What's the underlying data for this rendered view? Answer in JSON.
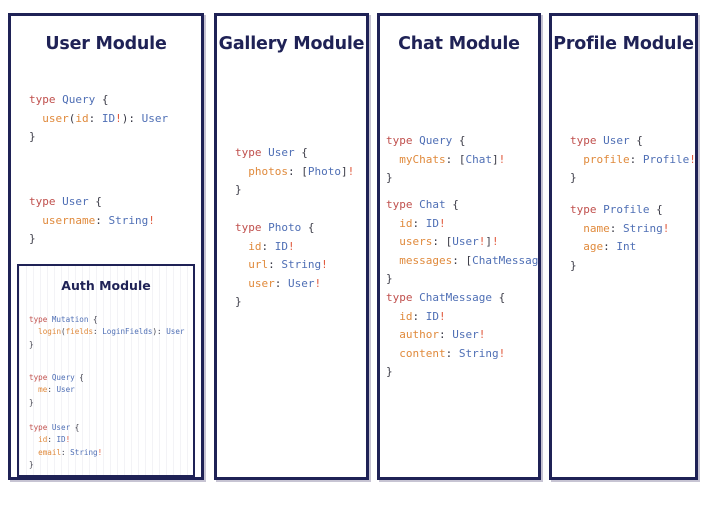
{
  "diagram": {
    "type": "graphql-schema-modules",
    "background_color": "#ffffff",
    "border_color": "#1f2256",
    "palette": {
      "keyword": "#c0504d",
      "type_name": "#4f6fb5",
      "field_name": "#e08a3c",
      "field_type": "#4f6fb5",
      "non_null": "#e0593c",
      "punctuation": "#3b3b47",
      "title": "#1f2256"
    }
  },
  "modules": [
    {
      "id": "user",
      "title": "User Module",
      "blocks": [
        {
          "id": "user-query",
          "lines": [
            [
              {
                "t": "type ",
                "c": "kw"
              },
              {
                "t": "Query",
                "c": "tname"
              },
              {
                "t": " {",
                "c": "punc"
              }
            ],
            [
              {
                "t": "  ",
                "c": "punc"
              },
              {
                "t": "user",
                "c": "fld"
              },
              {
                "t": "(",
                "c": "punc"
              },
              {
                "t": "id",
                "c": "fld"
              },
              {
                "t": ": ",
                "c": "punc"
              },
              {
                "t": "ID",
                "c": "ttype"
              },
              {
                "t": "!",
                "c": "bang"
              },
              {
                "t": "): ",
                "c": "punc"
              },
              {
                "t": "User",
                "c": "ttype"
              }
            ],
            [
              {
                "t": "}",
                "c": "punc"
              }
            ]
          ]
        },
        {
          "id": "user-user",
          "lines": [
            [
              {
                "t": "type ",
                "c": "kw"
              },
              {
                "t": "User",
                "c": "tname"
              },
              {
                "t": " {",
                "c": "punc"
              }
            ],
            [
              {
                "t": "  ",
                "c": "punc"
              },
              {
                "t": "username",
                "c": "fld"
              },
              {
                "t": ": ",
                "c": "punc"
              },
              {
                "t": "String",
                "c": "ttype"
              },
              {
                "t": "!",
                "c": "bang"
              }
            ],
            [
              {
                "t": "}",
                "c": "punc"
              }
            ]
          ]
        }
      ],
      "submodule": {
        "id": "auth",
        "title": "Auth Module",
        "blocks": [
          {
            "id": "auth-mutation",
            "lines": [
              [
                {
                  "t": "type ",
                  "c": "kw"
                },
                {
                  "t": "Mutation",
                  "c": "tname"
                },
                {
                  "t": " {",
                  "c": "punc"
                }
              ],
              [
                {
                  "t": "  ",
                  "c": "punc"
                },
                {
                  "t": "login",
                  "c": "fld"
                },
                {
                  "t": "(",
                  "c": "punc"
                },
                {
                  "t": "fields",
                  "c": "fld"
                },
                {
                  "t": ": ",
                  "c": "punc"
                },
                {
                  "t": "LoginFields",
                  "c": "ttype"
                },
                {
                  "t": "): ",
                  "c": "punc"
                },
                {
                  "t": "User",
                  "c": "ttype"
                }
              ],
              [
                {
                  "t": "}",
                  "c": "punc"
                }
              ]
            ]
          },
          {
            "id": "auth-query",
            "lines": [
              [
                {
                  "t": "type ",
                  "c": "kw"
                },
                {
                  "t": "Query",
                  "c": "tname"
                },
                {
                  "t": " {",
                  "c": "punc"
                }
              ],
              [
                {
                  "t": "  ",
                  "c": "punc"
                },
                {
                  "t": "me",
                  "c": "fld"
                },
                {
                  "t": ": ",
                  "c": "punc"
                },
                {
                  "t": "User",
                  "c": "ttype"
                }
              ],
              [
                {
                  "t": "}",
                  "c": "punc"
                }
              ]
            ]
          },
          {
            "id": "auth-user",
            "lines": [
              [
                {
                  "t": "type ",
                  "c": "kw"
                },
                {
                  "t": "User",
                  "c": "tname"
                },
                {
                  "t": " {",
                  "c": "punc"
                }
              ],
              [
                {
                  "t": "  ",
                  "c": "punc"
                },
                {
                  "t": "id",
                  "c": "fld"
                },
                {
                  "t": ": ",
                  "c": "punc"
                },
                {
                  "t": "ID",
                  "c": "ttype"
                },
                {
                  "t": "!",
                  "c": "bang"
                }
              ],
              [
                {
                  "t": "  ",
                  "c": "punc"
                },
                {
                  "t": "email",
                  "c": "fld"
                },
                {
                  "t": ": ",
                  "c": "punc"
                },
                {
                  "t": "String",
                  "c": "ttype"
                },
                {
                  "t": "!",
                  "c": "bang"
                }
              ],
              [
                {
                  "t": "}",
                  "c": "punc"
                }
              ]
            ]
          }
        ]
      }
    },
    {
      "id": "gallery",
      "title": "Gallery Module",
      "blocks": [
        {
          "id": "gallery-user",
          "lines": [
            [
              {
                "t": "type ",
                "c": "kw"
              },
              {
                "t": "User",
                "c": "tname"
              },
              {
                "t": " {",
                "c": "punc"
              }
            ],
            [
              {
                "t": "  ",
                "c": "punc"
              },
              {
                "t": "photos",
                "c": "fld"
              },
              {
                "t": ": [",
                "c": "punc"
              },
              {
                "t": "Photo",
                "c": "ttype"
              },
              {
                "t": "]",
                "c": "punc"
              },
              {
                "t": "!",
                "c": "bang"
              }
            ],
            [
              {
                "t": "}",
                "c": "punc"
              }
            ]
          ]
        },
        {
          "id": "gallery-photo",
          "lines": [
            [
              {
                "t": "type ",
                "c": "kw"
              },
              {
                "t": "Photo",
                "c": "tname"
              },
              {
                "t": " {",
                "c": "punc"
              }
            ],
            [
              {
                "t": "  ",
                "c": "punc"
              },
              {
                "t": "id",
                "c": "fld"
              },
              {
                "t": ": ",
                "c": "punc"
              },
              {
                "t": "ID",
                "c": "ttype"
              },
              {
                "t": "!",
                "c": "bang"
              }
            ],
            [
              {
                "t": "  ",
                "c": "punc"
              },
              {
                "t": "url",
                "c": "fld"
              },
              {
                "t": ": ",
                "c": "punc"
              },
              {
                "t": "String",
                "c": "ttype"
              },
              {
                "t": "!",
                "c": "bang"
              }
            ],
            [
              {
                "t": "  ",
                "c": "punc"
              },
              {
                "t": "user",
                "c": "fld"
              },
              {
                "t": ": ",
                "c": "punc"
              },
              {
                "t": "User",
                "c": "ttype"
              },
              {
                "t": "!",
                "c": "bang"
              }
            ],
            [
              {
                "t": "}",
                "c": "punc"
              }
            ]
          ]
        }
      ]
    },
    {
      "id": "chat",
      "title": "Chat Module",
      "blocks": [
        {
          "id": "chat-query",
          "lines": [
            [
              {
                "t": "type ",
                "c": "kw"
              },
              {
                "t": "Query",
                "c": "tname"
              },
              {
                "t": " {",
                "c": "punc"
              }
            ],
            [
              {
                "t": "  ",
                "c": "punc"
              },
              {
                "t": "myChats",
                "c": "fld"
              },
              {
                "t": ": [",
                "c": "punc"
              },
              {
                "t": "Chat",
                "c": "ttype"
              },
              {
                "t": "]",
                "c": "punc"
              },
              {
                "t": "!",
                "c": "bang"
              }
            ],
            [
              {
                "t": "}",
                "c": "punc"
              }
            ]
          ]
        },
        {
          "id": "chat-chat",
          "lines": [
            [
              {
                "t": "type ",
                "c": "kw"
              },
              {
                "t": "Chat",
                "c": "tname"
              },
              {
                "t": " {",
                "c": "punc"
              }
            ],
            [
              {
                "t": "  ",
                "c": "punc"
              },
              {
                "t": "id",
                "c": "fld"
              },
              {
                "t": ": ",
                "c": "punc"
              },
              {
                "t": "ID",
                "c": "ttype"
              },
              {
                "t": "!",
                "c": "bang"
              }
            ],
            [
              {
                "t": "  ",
                "c": "punc"
              },
              {
                "t": "users",
                "c": "fld"
              },
              {
                "t": ": [",
                "c": "punc"
              },
              {
                "t": "User",
                "c": "ttype"
              },
              {
                "t": "!",
                "c": "bang"
              },
              {
                "t": "]",
                "c": "punc"
              },
              {
                "t": "!",
                "c": "bang"
              }
            ],
            [
              {
                "t": "  ",
                "c": "punc"
              },
              {
                "t": "messages",
                "c": "fld"
              },
              {
                "t": ": [",
                "c": "punc"
              },
              {
                "t": "ChatMessage",
                "c": "ttype"
              },
              {
                "t": "]",
                "c": "punc"
              },
              {
                "t": "!",
                "c": "bang"
              }
            ],
            [
              {
                "t": "}",
                "c": "punc"
              }
            ]
          ]
        },
        {
          "id": "chat-chatmessage",
          "lines": [
            [
              {
                "t": "type ",
                "c": "kw"
              },
              {
                "t": "ChatMessage",
                "c": "tname"
              },
              {
                "t": " {",
                "c": "punc"
              }
            ],
            [
              {
                "t": "  ",
                "c": "punc"
              },
              {
                "t": "id",
                "c": "fld"
              },
              {
                "t": ": ",
                "c": "punc"
              },
              {
                "t": "ID",
                "c": "ttype"
              },
              {
                "t": "!",
                "c": "bang"
              }
            ],
            [
              {
                "t": "  ",
                "c": "punc"
              },
              {
                "t": "author",
                "c": "fld"
              },
              {
                "t": ": ",
                "c": "punc"
              },
              {
                "t": "User",
                "c": "ttype"
              },
              {
                "t": "!",
                "c": "bang"
              }
            ],
            [
              {
                "t": "  ",
                "c": "punc"
              },
              {
                "t": "content",
                "c": "fld"
              },
              {
                "t": ": ",
                "c": "punc"
              },
              {
                "t": "String",
                "c": "ttype"
              },
              {
                "t": "!",
                "c": "bang"
              }
            ],
            [
              {
                "t": "}",
                "c": "punc"
              }
            ]
          ]
        }
      ]
    },
    {
      "id": "profile",
      "title": "Profile Module",
      "blocks": [
        {
          "id": "profile-user",
          "lines": [
            [
              {
                "t": "type ",
                "c": "kw"
              },
              {
                "t": "User",
                "c": "tname"
              },
              {
                "t": " {",
                "c": "punc"
              }
            ],
            [
              {
                "t": "  ",
                "c": "punc"
              },
              {
                "t": "profile",
                "c": "fld"
              },
              {
                "t": ": ",
                "c": "punc"
              },
              {
                "t": "Profile",
                "c": "ttype"
              },
              {
                "t": "!",
                "c": "bang"
              }
            ],
            [
              {
                "t": "}",
                "c": "punc"
              }
            ]
          ]
        },
        {
          "id": "profile-profile",
          "lines": [
            [
              {
                "t": "type ",
                "c": "kw"
              },
              {
                "t": "Profile",
                "c": "tname"
              },
              {
                "t": " {",
                "c": "punc"
              }
            ],
            [
              {
                "t": "  ",
                "c": "punc"
              },
              {
                "t": "name",
                "c": "fld"
              },
              {
                "t": ": ",
                "c": "punc"
              },
              {
                "t": "String",
                "c": "ttype"
              },
              {
                "t": "!",
                "c": "bang"
              }
            ],
            [
              {
                "t": "  ",
                "c": "punc"
              },
              {
                "t": "age",
                "c": "fld"
              },
              {
                "t": ": ",
                "c": "punc"
              },
              {
                "t": "Int",
                "c": "ttype"
              }
            ],
            [
              {
                "t": "}",
                "c": "punc"
              }
            ]
          ]
        }
      ]
    }
  ]
}
